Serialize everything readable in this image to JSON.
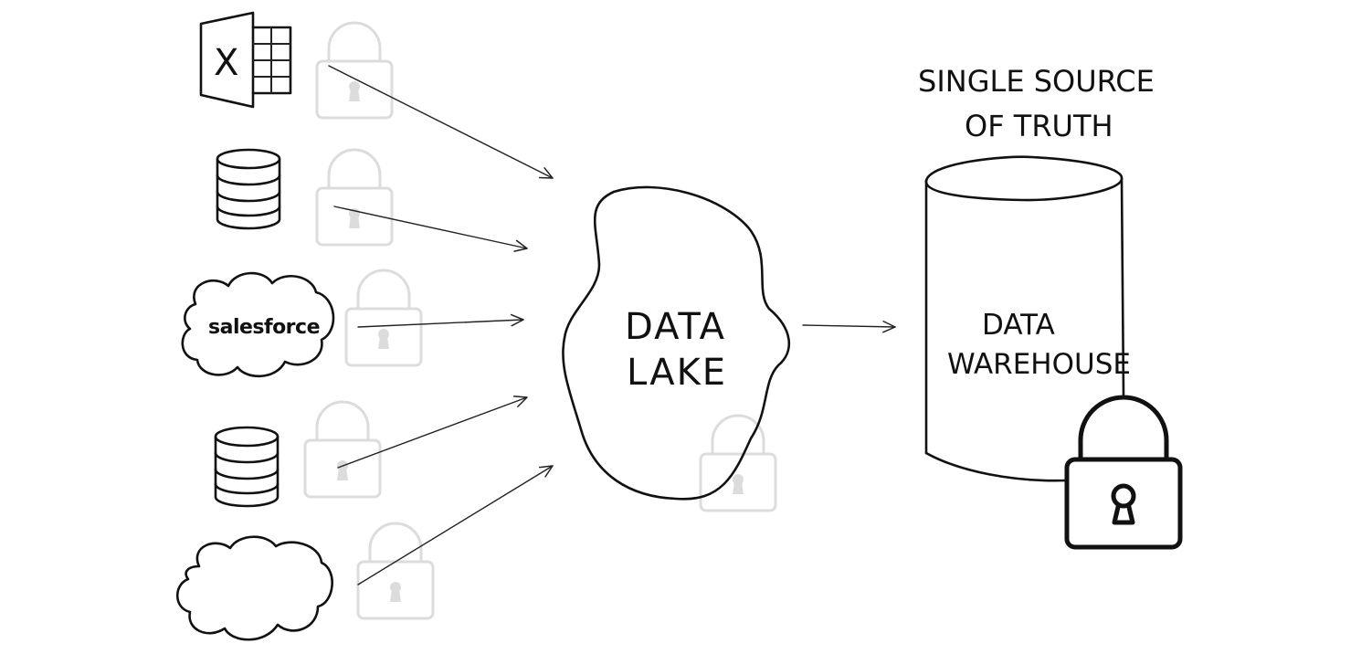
{
  "diagram": {
    "sources": [
      {
        "icon": "spreadsheet-icon",
        "glyph": "X"
      },
      {
        "icon": "database-icon"
      },
      {
        "icon": "cloud-icon",
        "label": "salesforce"
      },
      {
        "icon": "database-icon"
      },
      {
        "icon": "cloud-icon"
      }
    ],
    "lake": {
      "line1": "DATA",
      "line2": "LAKE"
    },
    "warehouse": {
      "heading_line1": "SINGLE SOURCE",
      "heading_line2": "OF TRUTH",
      "line1": "DATA",
      "line2": "WAREHOUSE"
    },
    "colors": {
      "ink": "#111111",
      "faded_lock": "#dcdcdc",
      "background": "#ffffff"
    }
  }
}
